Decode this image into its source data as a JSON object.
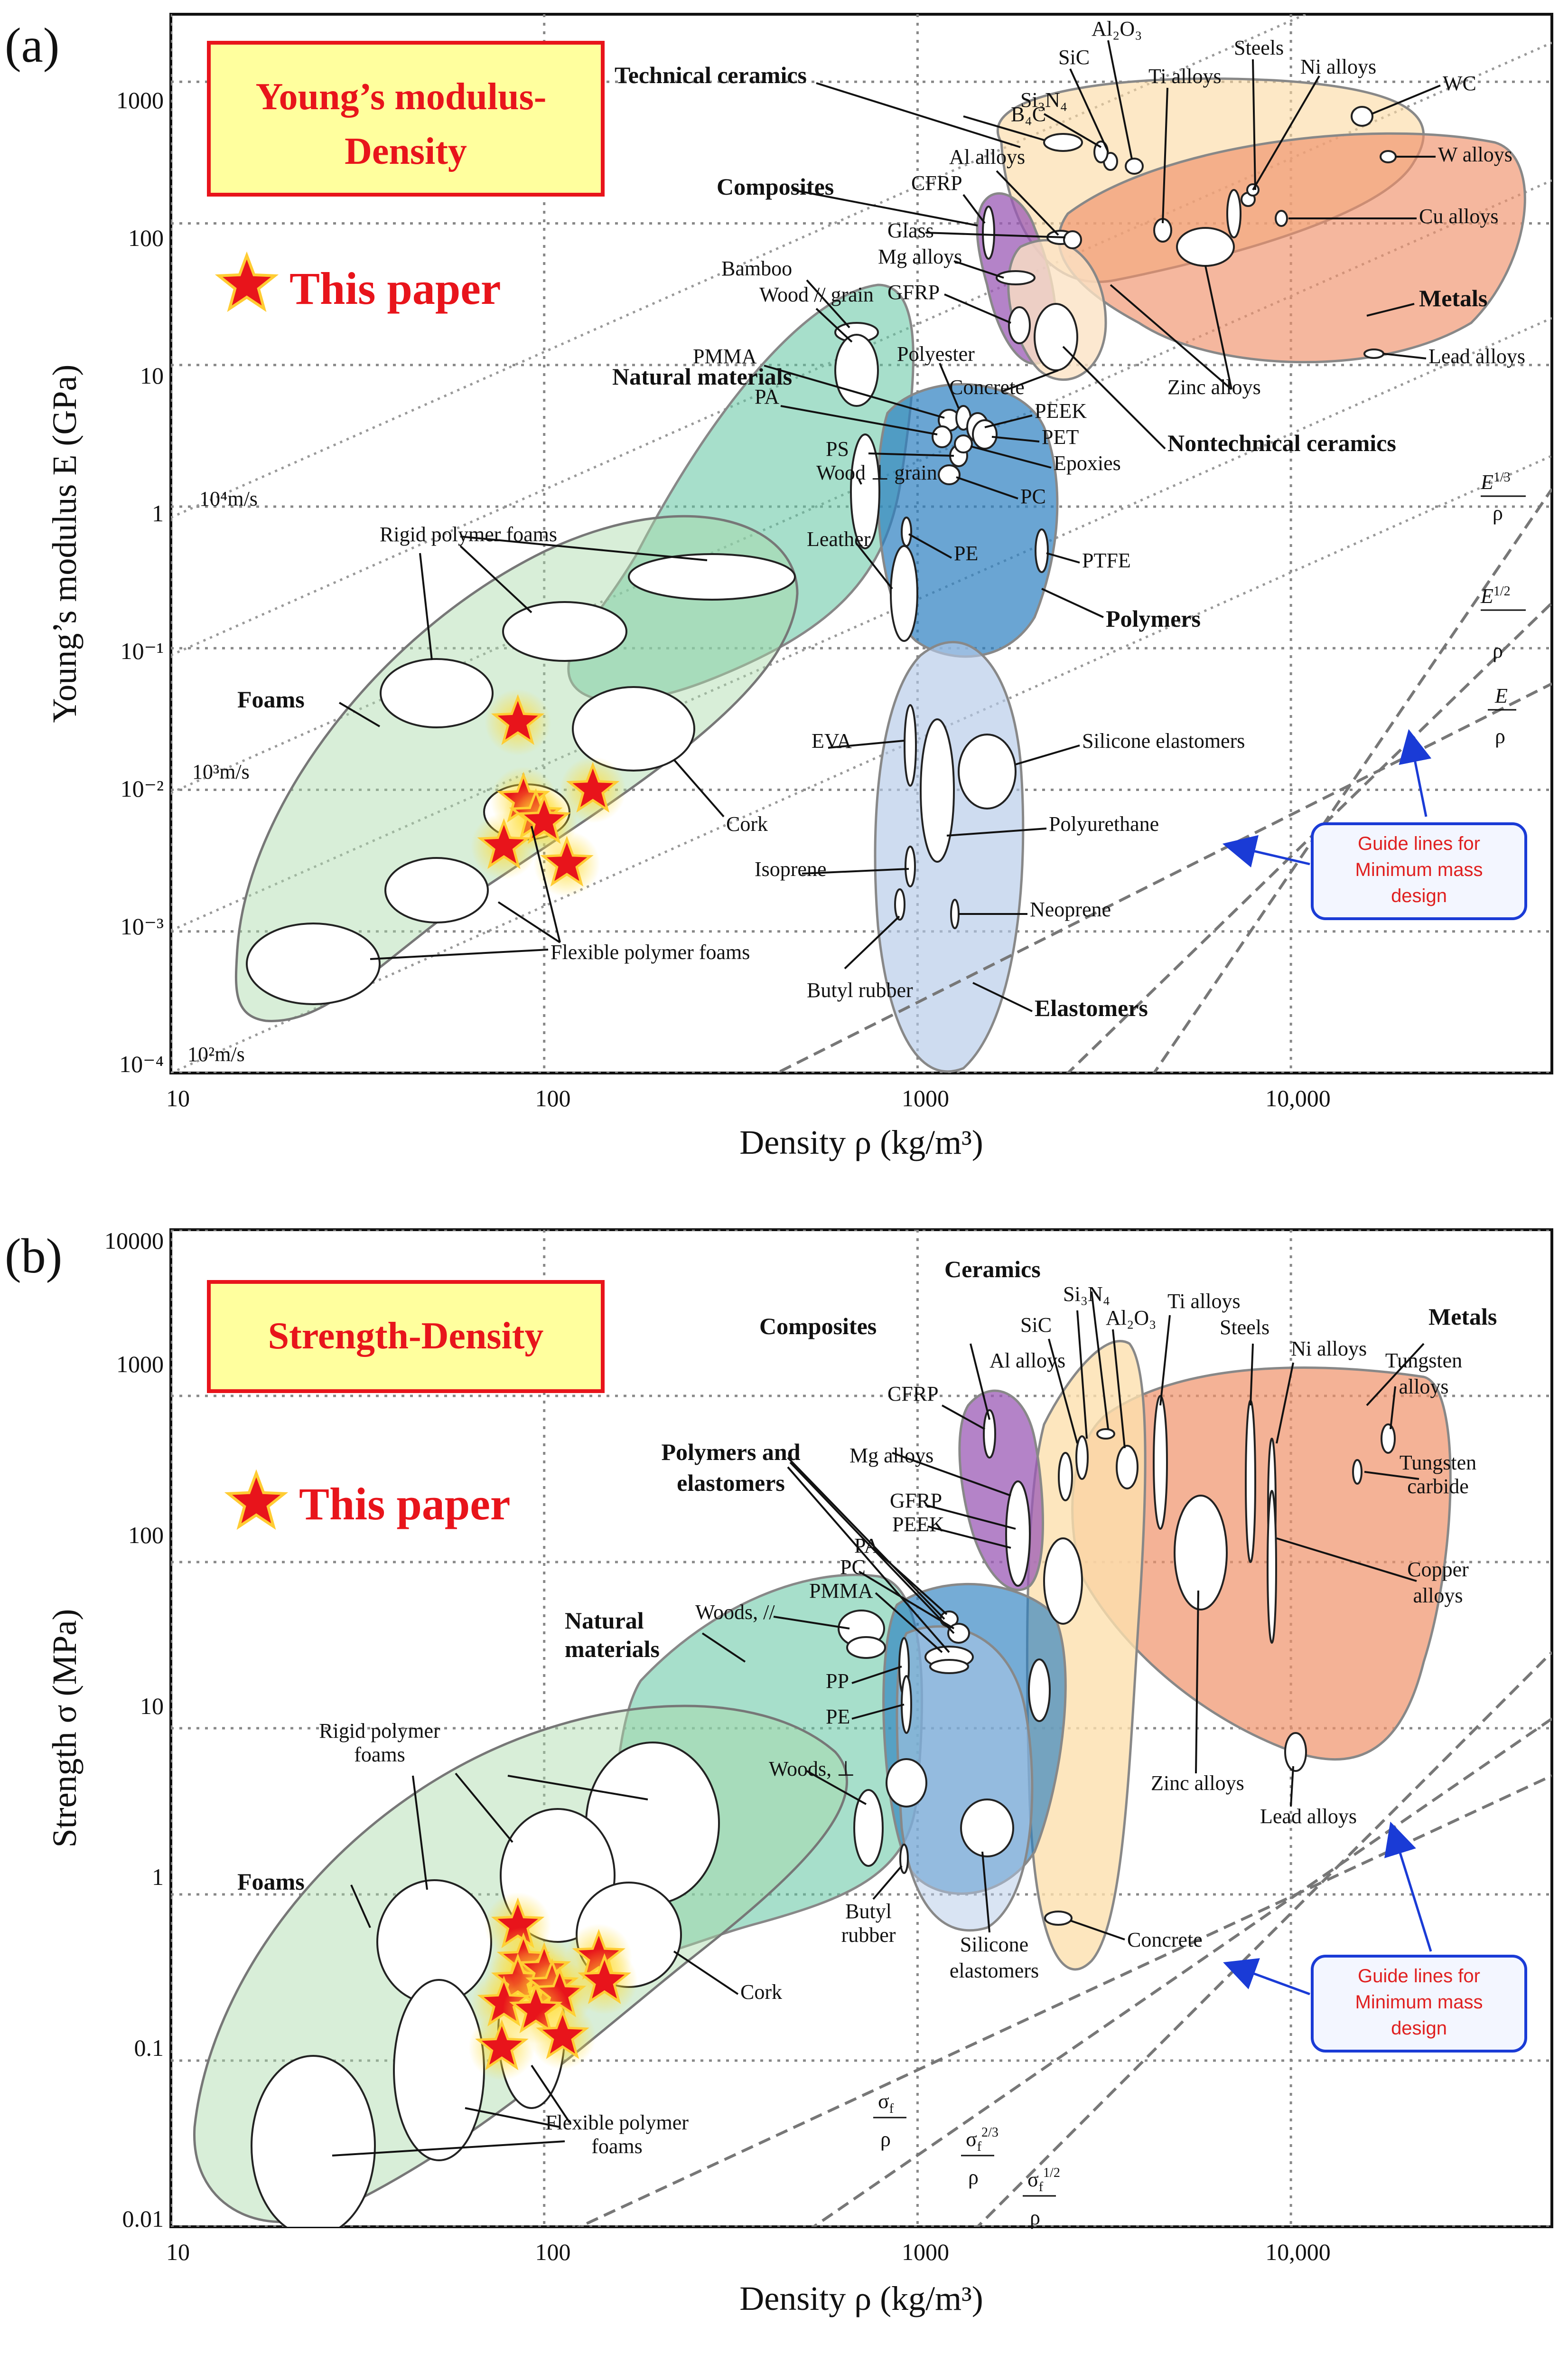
{
  "chart_data": [
    {
      "panel_label": "(a)",
      "type": "scatter",
      "title": "Young’s modulus-\nDensity",
      "xlabel": "Density ρ (kg/m³)",
      "ylabel": "Young’s modulus E (GPa)",
      "x_scale": "log",
      "y_scale": "log",
      "xlim": [
        10,
        50000
      ],
      "ylim": [
        0.0001,
        3000
      ],
      "x_ticks": [
        "10",
        "100",
        "1000",
        "10,000"
      ],
      "y_ticks": [
        "10⁻⁴",
        "10⁻³",
        "10⁻²",
        "10⁻¹",
        "1",
        "10",
        "100",
        "1000"
      ],
      "grid": true,
      "legend": "This paper",
      "legend_position": "top-left",
      "this_paper_points": [
        {
          "x": 85,
          "y": 0.03
        },
        {
          "x": 88,
          "y": 0.0085
        },
        {
          "x": 95,
          "y": 0.0065
        },
        {
          "x": 100,
          "y": 0.006
        },
        {
          "x": 135,
          "y": 0.01
        },
        {
          "x": 78,
          "y": 0.004
        },
        {
          "x": 115,
          "y": 0.003
        }
      ],
      "guide_line_labels": [
        "E^1/3 / ρ",
        "E^1/2 / ρ",
        "E / ρ"
      ],
      "velocity_labels": [
        "10⁴m/s",
        "10³m/s",
        "10²m/s"
      ],
      "guide_note": "Guide lines for\nMinimum mass\ndesign",
      "family_labels": [
        "Technical ceramics",
        "Composites",
        "Natural materials",
        "Nontechnical ceramics",
        "Metals",
        "Polymers",
        "Foams",
        "Elastomers"
      ],
      "material_labels": [
        "WC",
        "W alloys",
        "Cu alloys",
        "Ni alloys",
        "Steels",
        "Ti alloys",
        "Al₂O₃",
        "SiC",
        "Si₃N₄",
        "B₄C",
        "Al alloys",
        "CFRP",
        "Glass",
        "Mg alloys",
        "GFRP",
        "Bamboo",
        "Wood // grain",
        "PMMA",
        "PA",
        "PS",
        "Wood ⊥ grain",
        "Leather",
        "Polyester",
        "Concrete",
        "PEEK",
        "PET",
        "Epoxies",
        "PC",
        "PE",
        "PTFE",
        "Zinc alloys",
        "Lead alloys",
        "Rigid polymer foams",
        "Cork",
        "Flexible polymer foams",
        "EVA",
        "Silicone elastomers",
        "Polyurethane",
        "Isoprene",
        "Neoprene",
        "Butyl rubber"
      ]
    },
    {
      "panel_label": "(b)",
      "type": "scatter",
      "title": "Strength-Density",
      "xlabel": "Density ρ (kg/m³)",
      "ylabel": "Strength σ (MPa)",
      "x_scale": "log",
      "y_scale": "log",
      "xlim": [
        10,
        50000
      ],
      "ylim": [
        0.01,
        10000
      ],
      "x_ticks": [
        "10",
        "100",
        "1000",
        "10,000"
      ],
      "y_ticks": [
        "0.01",
        "0.1",
        "1",
        "10",
        "100",
        "1000",
        "10000"
      ],
      "grid": true,
      "legend": "This paper",
      "legend_position": "top-left",
      "this_paper_points": [
        {
          "x": 85,
          "y": 0.65
        },
        {
          "x": 88,
          "y": 0.4
        },
        {
          "x": 85,
          "y": 0.3
        },
        {
          "x": 100,
          "y": 0.35
        },
        {
          "x": 105,
          "y": 0.28
        },
        {
          "x": 110,
          "y": 0.25
        },
        {
          "x": 140,
          "y": 0.42
        },
        {
          "x": 145,
          "y": 0.3
        },
        {
          "x": 78,
          "y": 0.22
        },
        {
          "x": 95,
          "y": 0.2
        },
        {
          "x": 77,
          "y": 0.12
        },
        {
          "x": 112,
          "y": 0.14
        }
      ],
      "guide_line_labels": [
        "σf / ρ",
        "σf ^2/3 / ρ",
        "σf ^1/2 / ρ"
      ],
      "guide_note": "Guide lines for\nMinimum mass\ndesign",
      "family_labels": [
        "Ceramics",
        "Metals",
        "Composites",
        "Polymers and elastomers",
        "Natural materials",
        "Foams"
      ],
      "material_labels": [
        "Si₃N₄",
        "SiC",
        "Al₂O₃",
        "Ti alloys",
        "Steels",
        "Ni alloys",
        "Tungsten alloys",
        "Tungsten carbide",
        "Copper alloys",
        "Zinc alloys",
        "Lead alloys",
        "Concrete",
        "Al alloys",
        "CFRP",
        "Mg alloys",
        "GFRP",
        "PEEK",
        "PA",
        "PC",
        "PMMA",
        "Woods, //",
        "PP",
        "PE",
        "Woods, ⊥",
        "Butyl rubber",
        "Silicone elastomers",
        "Rigid polymer foams",
        "Cork",
        "Flexible polymer foams"
      ]
    }
  ]
}
